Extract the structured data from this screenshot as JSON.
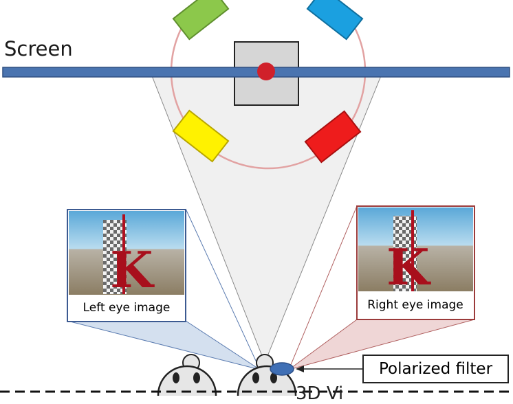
{
  "labels": {
    "screen": "Screen",
    "left_eye_image": "Left eye image",
    "right_eye_image": "Right eye image",
    "polarized_filter": "Polarized filter",
    "partial_bottom": "3D Vi"
  },
  "colors": {
    "screen_bar": "#4a74b0",
    "projector_green": "#8cc84b",
    "projector_blue": "#1ba0e0",
    "projector_yellow": "#fff200",
    "projector_red": "#ee1c1c",
    "orbit_circle": "#e2a2a2",
    "center_dot": "#d0202a",
    "left_view_frame": "#3c5a91",
    "right_view_frame": "#9b3a3a",
    "filter_ellipse": "#3f6fb5"
  }
}
